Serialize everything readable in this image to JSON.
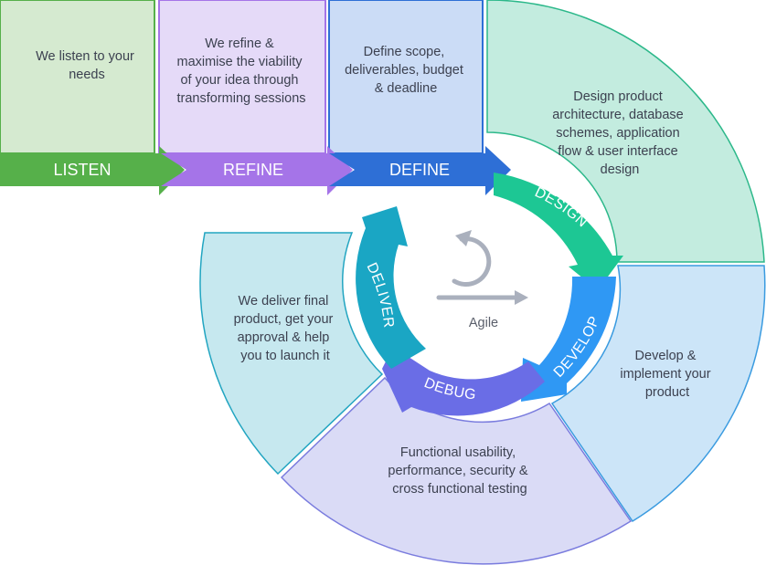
{
  "steps": {
    "listen": {
      "label": "LISTEN",
      "description": [
        "We listen to your",
        "needs"
      ],
      "color": "#56b04a",
      "card_color": "#d5ead0"
    },
    "refine": {
      "label": "REFINE",
      "description": [
        "We refine &",
        "maximise the viability",
        "of your idea through",
        "transforming sessions"
      ],
      "color": "#a574e8",
      "card_color": "#e5daf8"
    },
    "define": {
      "label": "DEFINE",
      "description": [
        "Define scope,",
        "deliverables, budget",
        "& deadline"
      ],
      "color": "#2e6fd6",
      "card_color": "#cbdcf6"
    }
  },
  "cycle": {
    "design": {
      "label": "DESIGN",
      "description": [
        "Design product",
        "architecture, database",
        "schemes, application",
        "flow & user interface",
        "design"
      ],
      "color": "#1dc794",
      "card_color": "#c3ecdf",
      "border_color": "#2cb88a"
    },
    "develop": {
      "label": "DEVELOP",
      "description": [
        "Develop &",
        "implement your",
        "product"
      ],
      "color": "#2f98f4",
      "card_color": "#cce5f8",
      "border_color": "#3a9be0"
    },
    "debug": {
      "label": "DEBUG",
      "description": [
        "Functional usability,",
        "performance, security &",
        "cross functional testing"
      ],
      "color": "#6a6de6",
      "card_color": "#dadbf6",
      "border_color": "#7a7cde"
    },
    "deliver": {
      "label": "DELIVER",
      "description": [
        "We deliver final",
        "product, get your",
        "approval & help",
        "you to launch it"
      ],
      "color": "#1aa6c4",
      "card_color": "#c6e8ef",
      "border_color": "#22a5c1"
    }
  },
  "center": {
    "label": "Agile",
    "icon": "agile-cycle-icon",
    "icon_color": "#aab0bd"
  }
}
